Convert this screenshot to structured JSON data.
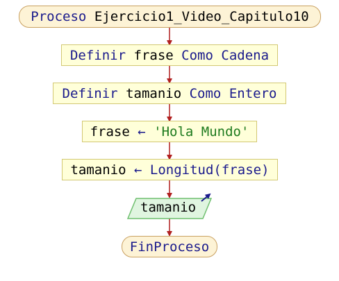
{
  "flowchart": {
    "start": {
      "keyword": "Proceso",
      "name": "Ejercicio1_Video_Capitulo10"
    },
    "step1": {
      "kw1": "Definir",
      "var": "frase",
      "kw2": "Como",
      "type": "Cadena"
    },
    "step2": {
      "kw1": "Definir",
      "var": "tamanio",
      "kw2": "Como",
      "type": "Entero"
    },
    "step3": {
      "var": "frase",
      "arrow": "←",
      "value": "'Hola Mundo'"
    },
    "step4": {
      "var": "tamanio",
      "arrow": "←",
      "func": "Longitud(frase)"
    },
    "output": {
      "text": "tamanio"
    },
    "end": {
      "keyword": "FinProceso"
    }
  },
  "colors": {
    "arrow": "#b01f1f",
    "terminal_fill": "#fdf3d6",
    "process_fill": "#ffffd9",
    "io_fill": "#e0f5e0",
    "keyword": "#1a1a8c",
    "string": "#1d7a1d"
  }
}
